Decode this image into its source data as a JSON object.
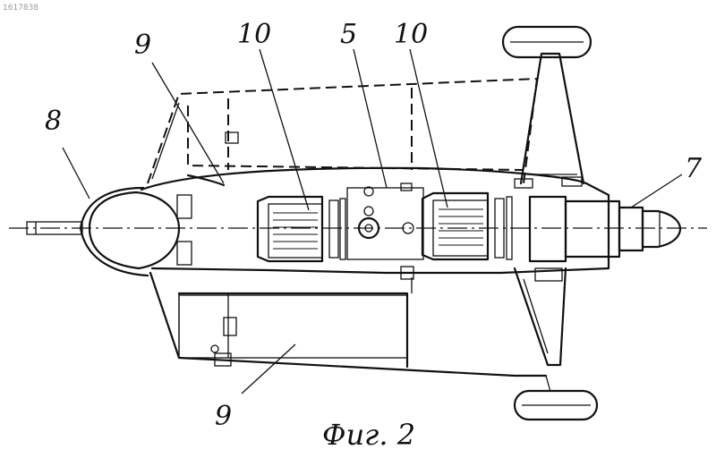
{
  "document_id": "1617838",
  "caption": "Фиг. 2",
  "labels": {
    "l8": "8",
    "l9_top": "9",
    "l10_left": "10",
    "l5": "5",
    "l10_right": "10",
    "l7": "7",
    "l9_bottom": "9"
  }
}
